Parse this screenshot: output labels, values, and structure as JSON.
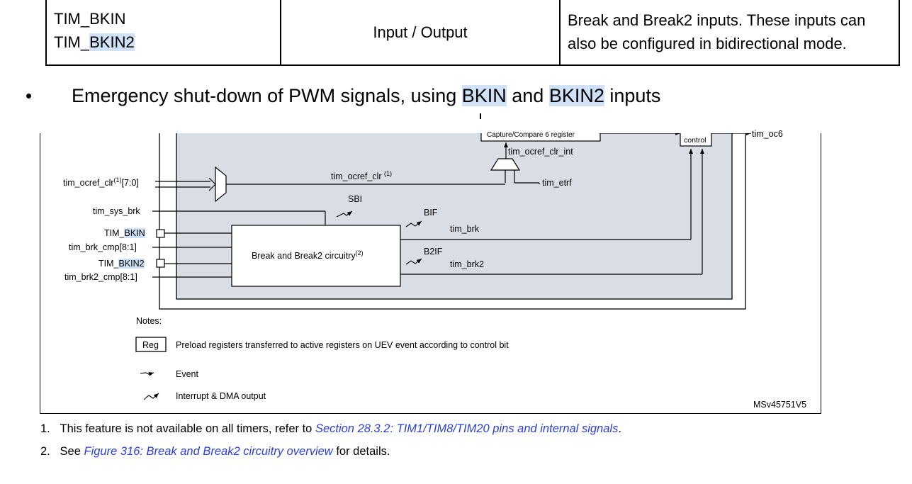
{
  "table": {
    "names": [
      "TIM_BKIN",
      "TIM_",
      "BKIN2"
    ],
    "direction": "Input / Output",
    "description": [
      "Break and Break2 inputs. These inputs can",
      "also be configured in bidirectional mode."
    ]
  },
  "bullet": {
    "symbol": "•",
    "parts": [
      "Emergency shut-down of PWM signals, using ",
      "BKIN",
      " and ",
      "BKIN2",
      " inputs"
    ]
  },
  "diagram": {
    "top_block": "Capture/Compare 6 register",
    "control": "control",
    "out": "tim_oc6",
    "ocref_clr_int": "tim_ocref_clr_int",
    "ocref_in": "tim_ocref_clr",
    "ocref_in_sup": "(1)",
    "ocref_in_tail": "[7:0]",
    "ocref_wire": "tim_ocref_clr ",
    "ocref_wire_sup": "(1)",
    "etrf": "tim_etrf",
    "sys_brk": "tim_sys_brk",
    "sbi": "SBI",
    "bif": "BIF",
    "b2if": "B2IF",
    "brk": "tim_brk",
    "brk2": "tim_brk2",
    "bkin_a": "TIM_",
    "bkin_b": "BKIN",
    "brk_cmp": "tim_brk_cmp[8:1]",
    "bkin2_a": "TIM_",
    "bkin2_b": "BKIN2",
    "brk2_cmp": "tim_brk2_cmp[8:1]",
    "circuitry": "Break and Break2 circuitry",
    "circuitry_sup": "(2)",
    "notes_title": "Notes:",
    "reg": "Reg",
    "reg_note": "Preload registers transferred to active registers on UEV event according to control bit",
    "event": "Event",
    "interrupt": "Interrupt & DMA output",
    "ref": "MSv45751V5"
  },
  "footnotes": [
    {
      "num": "1.",
      "pre": "This feature is not available on all timers, refer to ",
      "link": "Section 28.3.2: TIM1/TIM8/TIM20 pins and internal signals",
      "post": "."
    },
    {
      "num": "2.",
      "pre": "See ",
      "link": "Figure 316: Break and Break2 circuitry overview",
      "post": " for details."
    }
  ]
}
